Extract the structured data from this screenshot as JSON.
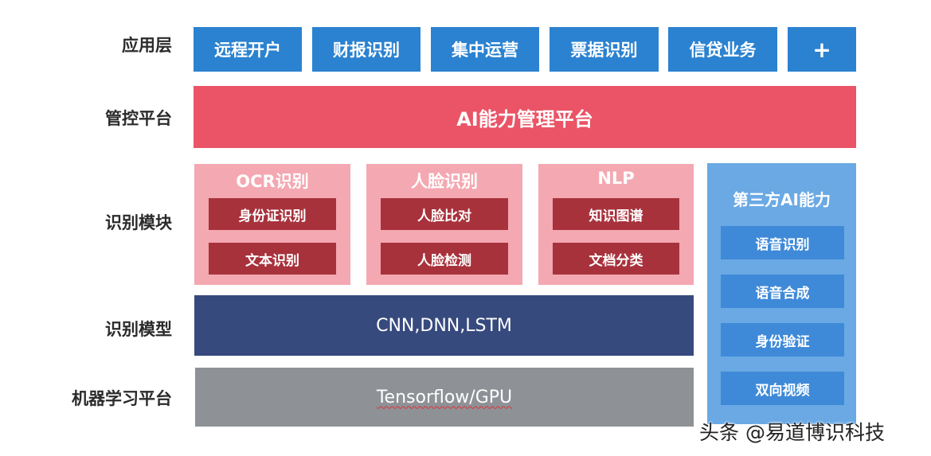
{
  "layers": {
    "application": "应用层",
    "management": "管控平台",
    "recognition_module": "识别模块",
    "recognition_model": "识别模型",
    "ml_platform": "机器学习平台"
  },
  "apps": [
    "远程开户",
    "财报识别",
    "集中运营",
    "票据识别",
    "信贷业务",
    "+"
  ],
  "management_platform": "AI能力管理平台",
  "modules": [
    {
      "title": "OCR识别",
      "items": [
        "身份证识别",
        "文本识别"
      ]
    },
    {
      "title": "人脸识别",
      "items": [
        "人脸比对",
        "人脸检测"
      ]
    },
    {
      "title": "NLP",
      "items": [
        "知识图谱",
        "文档分类"
      ]
    }
  ],
  "third_party": {
    "title": "第三方AI能力",
    "items": [
      "语音识别",
      "语音合成",
      "身份验证",
      "双向视频"
    ]
  },
  "model": "CNN,DNN,LSTM",
  "ml": "Tensorflow/GPU",
  "watermark": "头条 @易道博识科技",
  "colors": {
    "app_blue": "#2b82d0",
    "management_red": "#ea5466",
    "module_pink": "#f4a8b1",
    "module_item_darkred": "#a8323c",
    "third_party_blue": "#6aa9e4",
    "model_navy": "#374a7e",
    "ml_gray": "#8e9196"
  }
}
